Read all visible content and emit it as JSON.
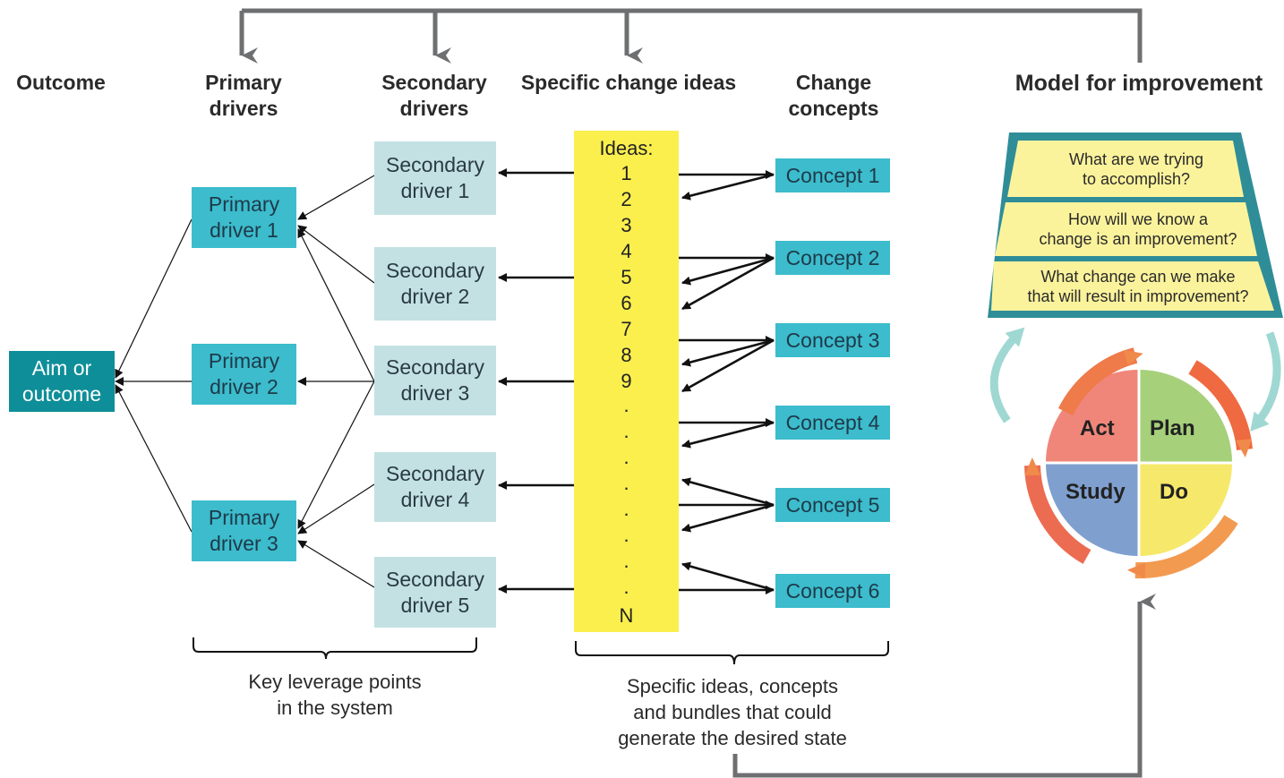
{
  "headers": {
    "outcome": "Outcome",
    "primary": "Primary\ndrivers",
    "secondary": "Secondary\ndrivers",
    "ideas": "Specific change ideas",
    "concepts": "Change\nconcepts",
    "model": "Model for improvement"
  },
  "aim": "Aim or\noutcome",
  "primary_drivers": [
    "Primary\ndriver 1",
    "Primary\ndriver 2",
    "Primary\ndriver 3"
  ],
  "secondary_drivers": [
    "Secondary\ndriver 1",
    "Secondary\ndriver 2",
    "Secondary\ndriver 3",
    "Secondary\ndriver 4",
    "Secondary\ndriver 5"
  ],
  "ideas": {
    "title": "Ideas:",
    "items": [
      "1",
      "2",
      "3",
      "4",
      "5",
      "6",
      "7",
      "8",
      "9",
      ".",
      ".",
      ".",
      ".",
      ".",
      ".",
      ".",
      ".",
      "N"
    ]
  },
  "concepts": [
    "Concept 1",
    "Concept 2",
    "Concept 3",
    "Concept 4",
    "Concept 5",
    "Concept 6"
  ],
  "notes": {
    "leverage": "Key leverage points\nin the system",
    "bundles": "Specific ideas, concepts\nand bundles that could\ngenerate the desired state"
  },
  "model": {
    "questions": [
      "What are we trying\nto accomplish?",
      "How will we know a\nchange is an improvement?",
      "What change can we make\nthat will result in improvement?"
    ],
    "pdsa": {
      "act": "Act",
      "plan": "Plan",
      "study": "Study",
      "do": "Do"
    }
  },
  "colors": {
    "primary": "#3cbccc",
    "secondary": "#c3e1e3",
    "aim": "#0e8e98",
    "ideas": "#fbef4e",
    "question_fill": "#fbf39c",
    "frame": "#2f8d98",
    "connector": "#6d6f71"
  }
}
